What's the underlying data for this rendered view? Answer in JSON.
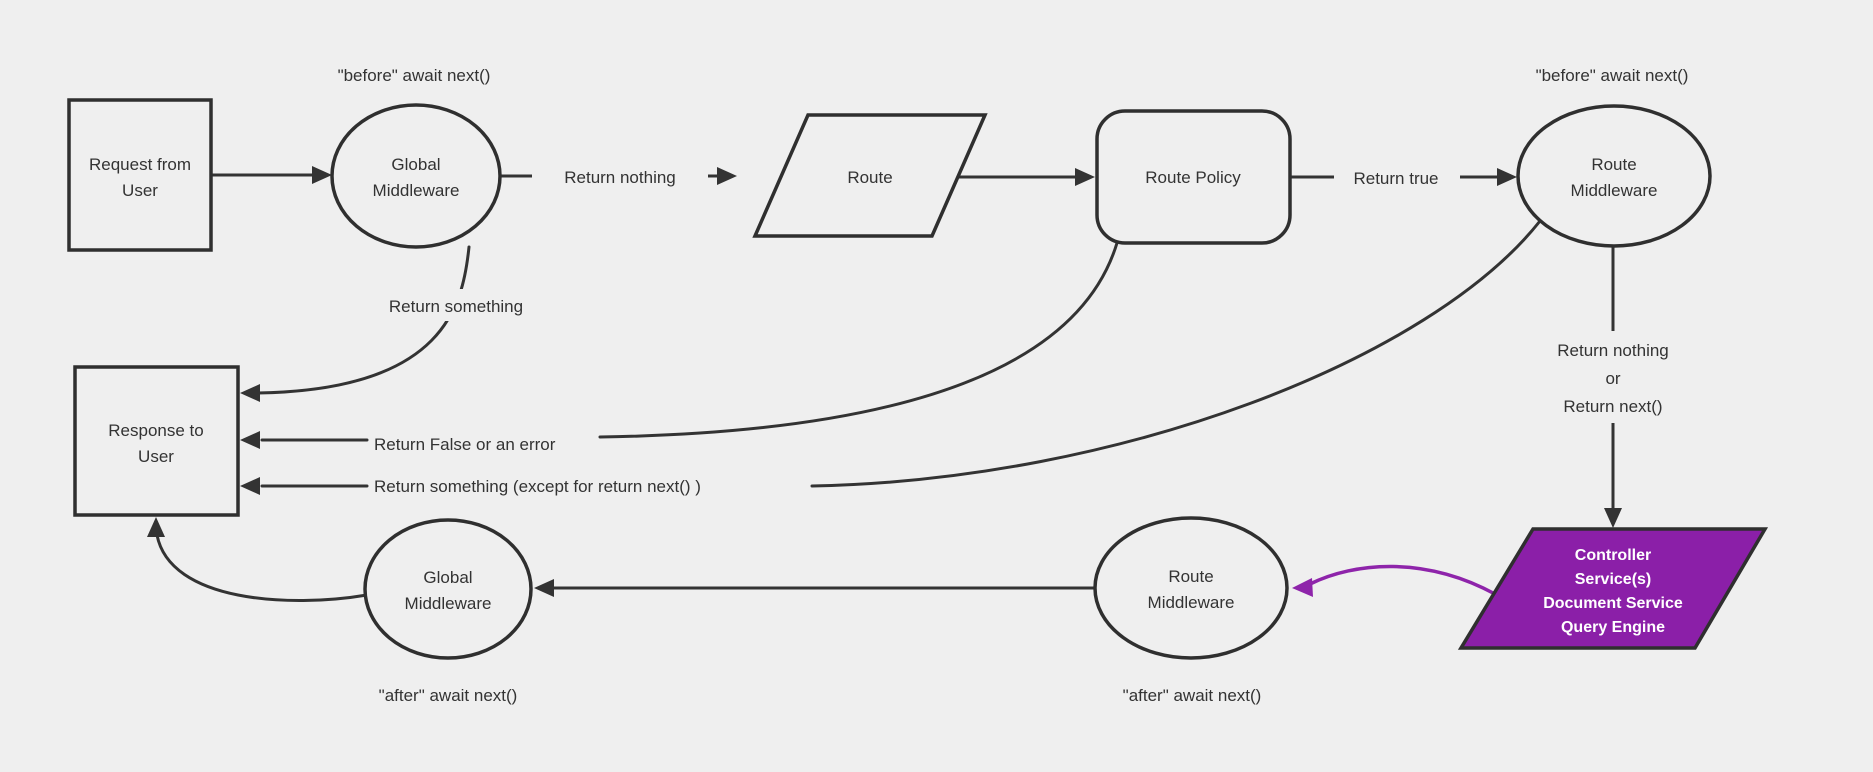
{
  "colors": {
    "background": "#efefef",
    "edge": "#333333",
    "node_border": "#2f2f2f",
    "text": "#333333",
    "purple_fill": "#8b1fa8",
    "purple_arrow": "#8e24aa",
    "purple_text": "#ffffff"
  },
  "nodes": {
    "request": {
      "shape": "rectangle",
      "lines": [
        "Request from",
        "User"
      ]
    },
    "global_middleware_top": {
      "shape": "ellipse",
      "lines": [
        "Global",
        "Middleware"
      ]
    },
    "route": {
      "shape": "parallelogram",
      "label": "Route"
    },
    "route_policy": {
      "shape": "rounded-rectangle",
      "label": "Route Policy"
    },
    "route_middleware_top": {
      "shape": "ellipse",
      "lines": [
        "Route",
        "Middleware"
      ]
    },
    "controller": {
      "shape": "parallelogram",
      "lines": [
        "Controller",
        "Service(s)",
        "Document Service",
        "Query Engine"
      ]
    },
    "route_middleware_bottom": {
      "shape": "ellipse",
      "lines": [
        "Route",
        "Middleware"
      ]
    },
    "global_middleware_bottom": {
      "shape": "ellipse",
      "lines": [
        "Global",
        "Middleware"
      ]
    },
    "response": {
      "shape": "rectangle",
      "lines": [
        "Response to",
        "User"
      ]
    }
  },
  "edge_labels": {
    "before_await_left": "\"before\" await next()",
    "before_await_right": "\"before\" await next()",
    "return_nothing": "Return nothing",
    "return_true": "Return true",
    "return_something": "Return something",
    "return_false_or_error": "Return False or an error",
    "return_something_except": "Return something (except for return next() )",
    "return_nothing_or": [
      "Return nothing",
      "or",
      "Return next()"
    ],
    "after_await_left": "\"after\" await next()",
    "after_await_right": "\"after\" await next()"
  }
}
